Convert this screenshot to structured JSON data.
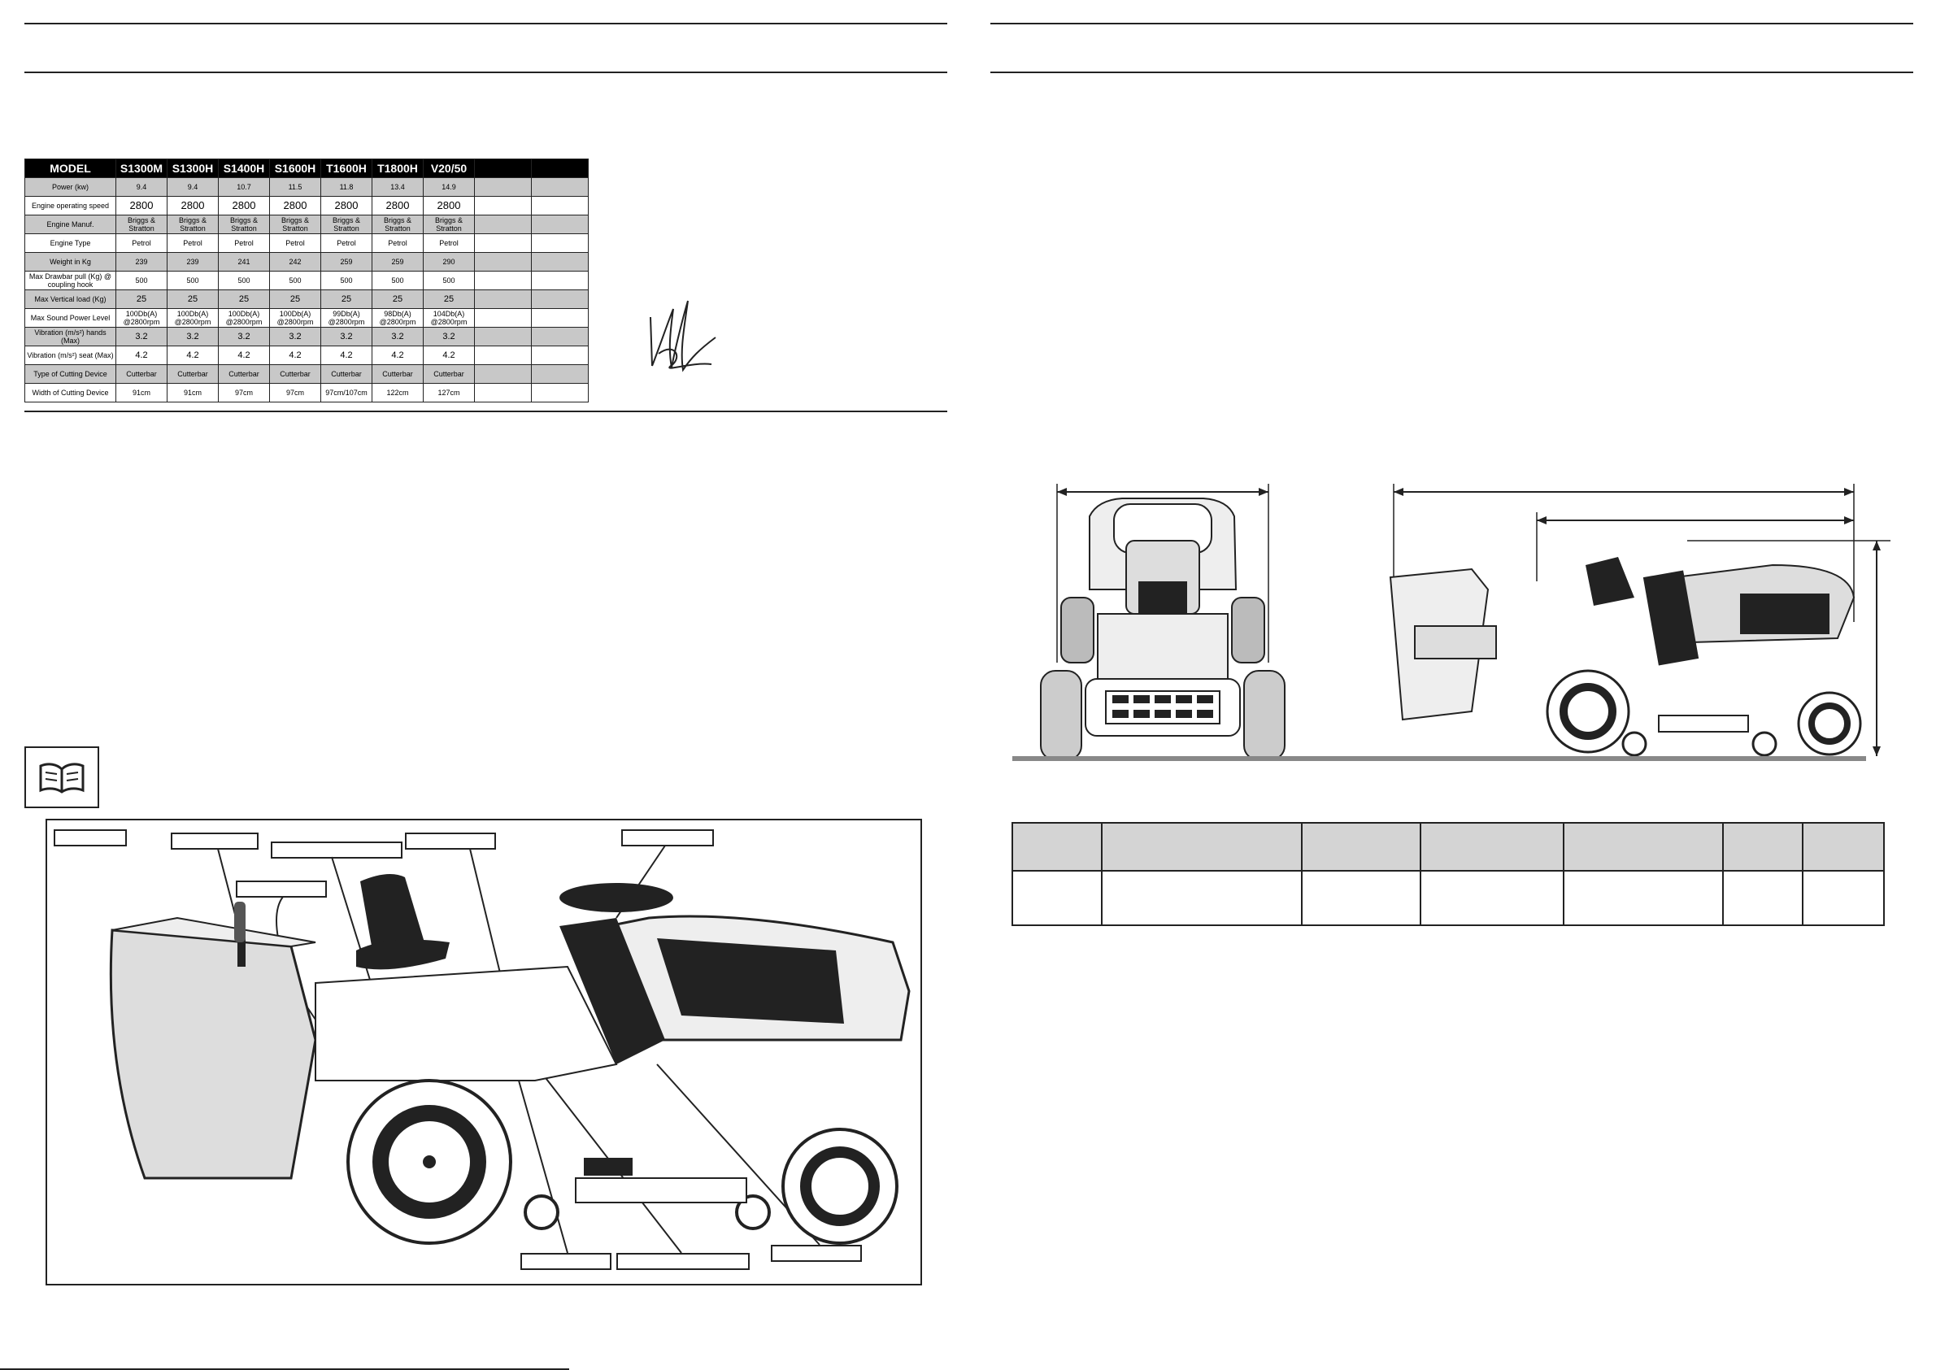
{
  "spec_table": {
    "header": [
      "MODEL",
      "S1300M",
      "S1300H",
      "S1400H",
      "S1600H",
      "T1600H",
      "T1800H",
      "V20/50",
      "",
      ""
    ],
    "rows": [
      {
        "label": "Power (kw)",
        "values": [
          "9.4",
          "9.4",
          "10.7",
          "11.5",
          "11.8",
          "13.4",
          "14.9",
          "",
          ""
        ],
        "shaded": true,
        "style": "small"
      },
      {
        "label": "Engine operating speed",
        "values": [
          "2800",
          "2800",
          "2800",
          "2800",
          "2800",
          "2800",
          "2800",
          "",
          ""
        ],
        "shaded": false,
        "style": "big"
      },
      {
        "label": "Engine Manuf.",
        "values": [
          "Briggs & Stratton",
          "Briggs & Stratton",
          "Briggs & Stratton",
          "Briggs & Stratton",
          "Briggs & Stratton",
          "Briggs & Stratton",
          "Briggs & Stratton",
          "",
          ""
        ],
        "shaded": true,
        "style": "small"
      },
      {
        "label": "Engine Type",
        "values": [
          "Petrol",
          "Petrol",
          "Petrol",
          "Petrol",
          "Petrol",
          "Petrol",
          "Petrol",
          "",
          ""
        ],
        "shaded": false,
        "style": "small"
      },
      {
        "label": "Weight in Kg",
        "values": [
          "239",
          "239",
          "241",
          "242",
          "259",
          "259",
          "290",
          "",
          ""
        ],
        "shaded": true,
        "style": "small"
      },
      {
        "label": "Max Drawbar pull (Kg) @ coupling hook",
        "values": [
          "500",
          "500",
          "500",
          "500",
          "500",
          "500",
          "500",
          "",
          ""
        ],
        "shaded": false,
        "style": "small"
      },
      {
        "label": "Max Vertical load (Kg)",
        "values": [
          "25",
          "25",
          "25",
          "25",
          "25",
          "25",
          "25",
          "",
          ""
        ],
        "shaded": true,
        "style": "mid"
      },
      {
        "label": "Max Sound Power Level",
        "values": [
          "100Db(A) @2800rpm",
          "100Db(A) @2800rpm",
          "100Db(A) @2800rpm",
          "100Db(A) @2800rpm",
          "99Db(A) @2800rpm",
          "98Db(A) @2800rpm",
          "104Db(A) @2800rpm",
          "",
          ""
        ],
        "shaded": false,
        "style": "small"
      },
      {
        "label": "Vibration (m/s²) hands (Max)",
        "values": [
          "3.2",
          "3.2",
          "3.2",
          "3.2",
          "3.2",
          "3.2",
          "3.2",
          "",
          ""
        ],
        "shaded": true,
        "style": "mid"
      },
      {
        "label": "Vibration (m/s²) seat (Max)",
        "values": [
          "4.2",
          "4.2",
          "4.2",
          "4.2",
          "4.2",
          "4.2",
          "4.2",
          "",
          ""
        ],
        "shaded": false,
        "style": "mid"
      },
      {
        "label": "Type of Cutting Device",
        "values": [
          "Cutterbar",
          "Cutterbar",
          "Cutterbar",
          "Cutterbar",
          "Cutterbar",
          "Cutterbar",
          "Cutterbar",
          "",
          ""
        ],
        "shaded": true,
        "style": "small"
      },
      {
        "label": "Width of Cutting Device",
        "values": [
          "91cm",
          "91cm",
          "97cm",
          "97cm",
          "97cm/107cm",
          "122cm",
          "127cm",
          "",
          ""
        ],
        "shaded": false,
        "style": "small"
      }
    ]
  },
  "icons": {
    "manual": "open-book-icon",
    "signature": "signature-graphic"
  },
  "colors": {
    "ink": "#222222",
    "shade": "#c8c8c8",
    "header": "#000000"
  }
}
